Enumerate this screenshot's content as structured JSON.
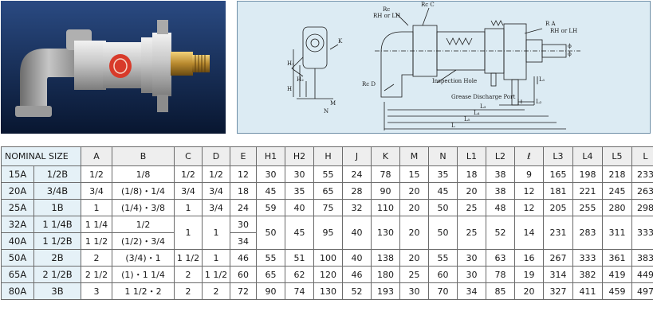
{
  "drawing": {
    "labels": {
      "rc": "Rc",
      "rc_c": "Rc C",
      "rh_lh_left": "RH or LH",
      "r_a": "R A",
      "rh_lh_right": "RH or LH",
      "k": "K",
      "h1": "H₁",
      "h2": "H₂",
      "h": "H",
      "m": "M",
      "n": "N",
      "rc_d": "Rc D",
      "inspection_hole": "Inspection Hole",
      "grease_port": "Grease Discharge Port",
      "l1": "L₁",
      "l2": "L₂",
      "ell": "ℓ",
      "l3": "L₃",
      "l4": "L₄",
      "l5": "L₅",
      "l": "L",
      "d1": "ϕ",
      "d2": "ϕ"
    }
  },
  "table": {
    "columns": [
      "NOMINAL SIZE",
      "A",
      "B",
      "C",
      "D",
      "E",
      "H1",
      "H2",
      "H",
      "J",
      "K",
      "M",
      "N",
      "L1",
      "L2",
      "ℓ",
      "L3",
      "L4",
      "L5",
      "L"
    ],
    "rows": [
      {
        "nom_a": "15A",
        "nom_b": "1/2B",
        "A": "1/2",
        "B": "1/8",
        "C": "1/2",
        "D": "1/2",
        "E": "12",
        "H1": "30",
        "H2": "30",
        "H": "55",
        "J": "24",
        "K": "78",
        "M": "15",
        "N": "35",
        "L1": "18",
        "L2": "38",
        "ell": "9",
        "L3": "165",
        "L4": "198",
        "L5": "218",
        "L": "233"
      },
      {
        "nom_a": "20A",
        "nom_b": "3/4B",
        "A": "3/4",
        "B": "(1/8)・1/4",
        "C": "3/4",
        "D": "3/4",
        "E": "18",
        "H1": "45",
        "H2": "35",
        "H": "65",
        "J": "28",
        "K": "90",
        "M": "20",
        "N": "45",
        "L1": "20",
        "L2": "38",
        "ell": "12",
        "L3": "181",
        "L4": "221",
        "L5": "245",
        "L": "263"
      },
      {
        "nom_a": "25A",
        "nom_b": "1B",
        "A": "1",
        "B": "(1/4)・3/8",
        "C": "1",
        "D": "3/4",
        "E": "24",
        "H1": "59",
        "H2": "40",
        "H": "75",
        "J": "32",
        "K": "110",
        "M": "20",
        "N": "50",
        "L1": "25",
        "L2": "48",
        "ell": "12",
        "L3": "205",
        "L4": "255",
        "L5": "280",
        "L": "298"
      },
      {
        "nom_a": "32A",
        "nom_b": "1 1/4B",
        "A": "1 1/4",
        "B": "1/2",
        "E": "30"
      },
      {
        "nom_a": "40A",
        "nom_b": "1 1/2B",
        "A": "1 1/2",
        "B": "(1/2)・3/4",
        "E": "34"
      },
      {
        "nom_a": "50A",
        "nom_b": "2B",
        "A": "2",
        "B": "(3/4)・1",
        "C": "1 1/2",
        "D": "1",
        "E": "46",
        "H1": "55",
        "H2": "51",
        "H": "100",
        "J": "40",
        "K": "138",
        "M": "20",
        "N": "55",
        "L1": "30",
        "L2": "63",
        "ell": "16",
        "L3": "267",
        "L4": "333",
        "L5": "361",
        "L": "383"
      },
      {
        "nom_a": "65A",
        "nom_b": "2 1/2B",
        "A": "2 1/2",
        "B": "(1)・1 1/4",
        "C": "2",
        "D": "1 1/2",
        "E": "60",
        "H1": "65",
        "H2": "62",
        "H": "120",
        "J": "46",
        "K": "180",
        "M": "25",
        "N": "60",
        "L1": "30",
        "L2": "78",
        "ell": "19",
        "L3": "314",
        "L4": "382",
        "L5": "419",
        "L": "449"
      },
      {
        "nom_a": "80A",
        "nom_b": "3B",
        "A": "3",
        "B": "1 1/2・2",
        "C": "2",
        "D": "2",
        "E": "72",
        "H1": "90",
        "H2": "74",
        "H": "130",
        "J": "52",
        "K": "193",
        "M": "30",
        "N": "70",
        "L1": "34",
        "L2": "85",
        "ell": "20",
        "L3": "327",
        "L4": "411",
        "L5": "459",
        "L": "497"
      }
    ],
    "merged_32_40": {
      "C": "1",
      "D": "1",
      "H1": "50",
      "H2": "45",
      "H": "95",
      "J": "40",
      "K": "130",
      "M": "20",
      "N": "50",
      "L1": "25",
      "L2": "52",
      "ell": "14",
      "L3": "231",
      "L4": "283",
      "L5": "311",
      "L": "333"
    }
  }
}
